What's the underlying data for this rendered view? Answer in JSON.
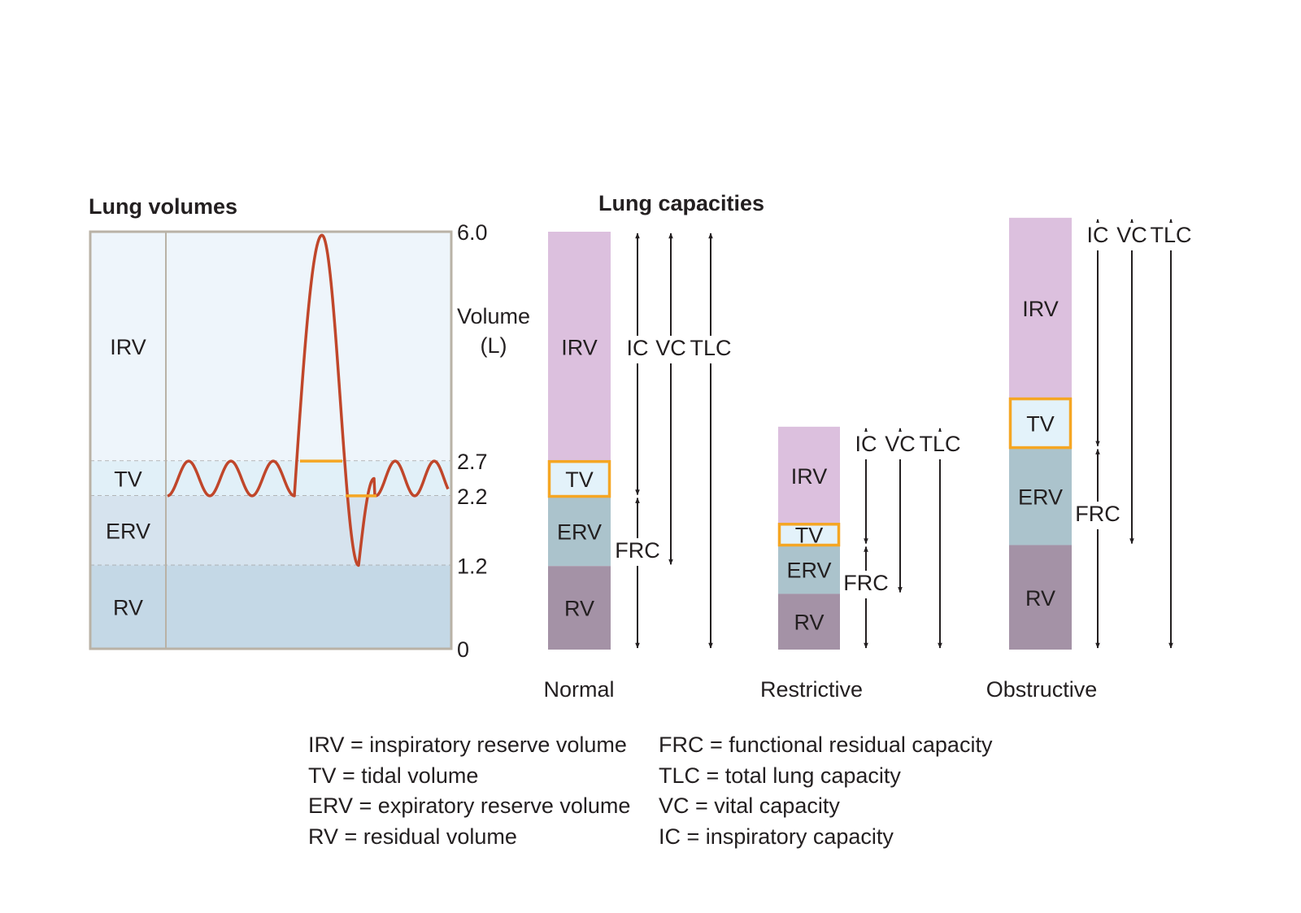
{
  "volumes_panel": {
    "title": "Lung volumes",
    "axis_label_line1": "Volume",
    "axis_label_line2": "(L)",
    "segments": [
      {
        "label": "IRV",
        "from": 2.7,
        "to": 6.0,
        "color": "#eef5fb"
      },
      {
        "label": "TV",
        "from": 2.2,
        "to": 2.7,
        "color": "#e1f0f8"
      },
      {
        "label": "ERV",
        "from": 1.2,
        "to": 2.2,
        "color": "#d6e3ee"
      },
      {
        "label": "RV",
        "from": 0.0,
        "to": 1.2,
        "color": "#c4d8e6"
      }
    ],
    "ticks": [
      {
        "value": 6.0,
        "label": "6.0"
      },
      {
        "value": 2.7,
        "label": "2.7"
      },
      {
        "value": 2.2,
        "label": "2.2"
      },
      {
        "value": 1.2,
        "label": "1.2"
      },
      {
        "value": 0.0,
        "label": "0"
      }
    ],
    "trace_color": "#c0462a",
    "marker_color": "#f5a623"
  },
  "capacities_panel": {
    "title": "Lung capacities",
    "segment_colors": {
      "IRV": "#dcc0de",
      "TV": "#e3f2fa",
      "ERV": "#abc3cc",
      "RV": "#a492a6"
    },
    "highlight_color": "#f5a623",
    "capacity_labels": {
      "ic": "IC",
      "vc": "VC",
      "tlc": "TLC",
      "frc": "FRC"
    },
    "cases": [
      {
        "name": "Normal",
        "IRV": 3.3,
        "TV": 0.5,
        "ERV": 1.0,
        "RV": 1.2
      },
      {
        "name": "Restrictive",
        "IRV": 1.4,
        "TV": 0.3,
        "ERV": 0.7,
        "RV": 0.8
      },
      {
        "name": "Obstructive",
        "IRV": 2.6,
        "TV": 0.7,
        "ERV": 1.4,
        "RV": 1.5
      }
    ]
  },
  "legend": {
    "left": [
      "IRV = inspiratory reserve volume",
      "TV = tidal volume",
      "ERV = expiratory reserve volume",
      "RV = residual volume"
    ],
    "right": [
      "FRC = functional residual capacity",
      "TLC = total lung capacity",
      "VC = vital capacity",
      "IC = inspiratory capacity"
    ]
  }
}
